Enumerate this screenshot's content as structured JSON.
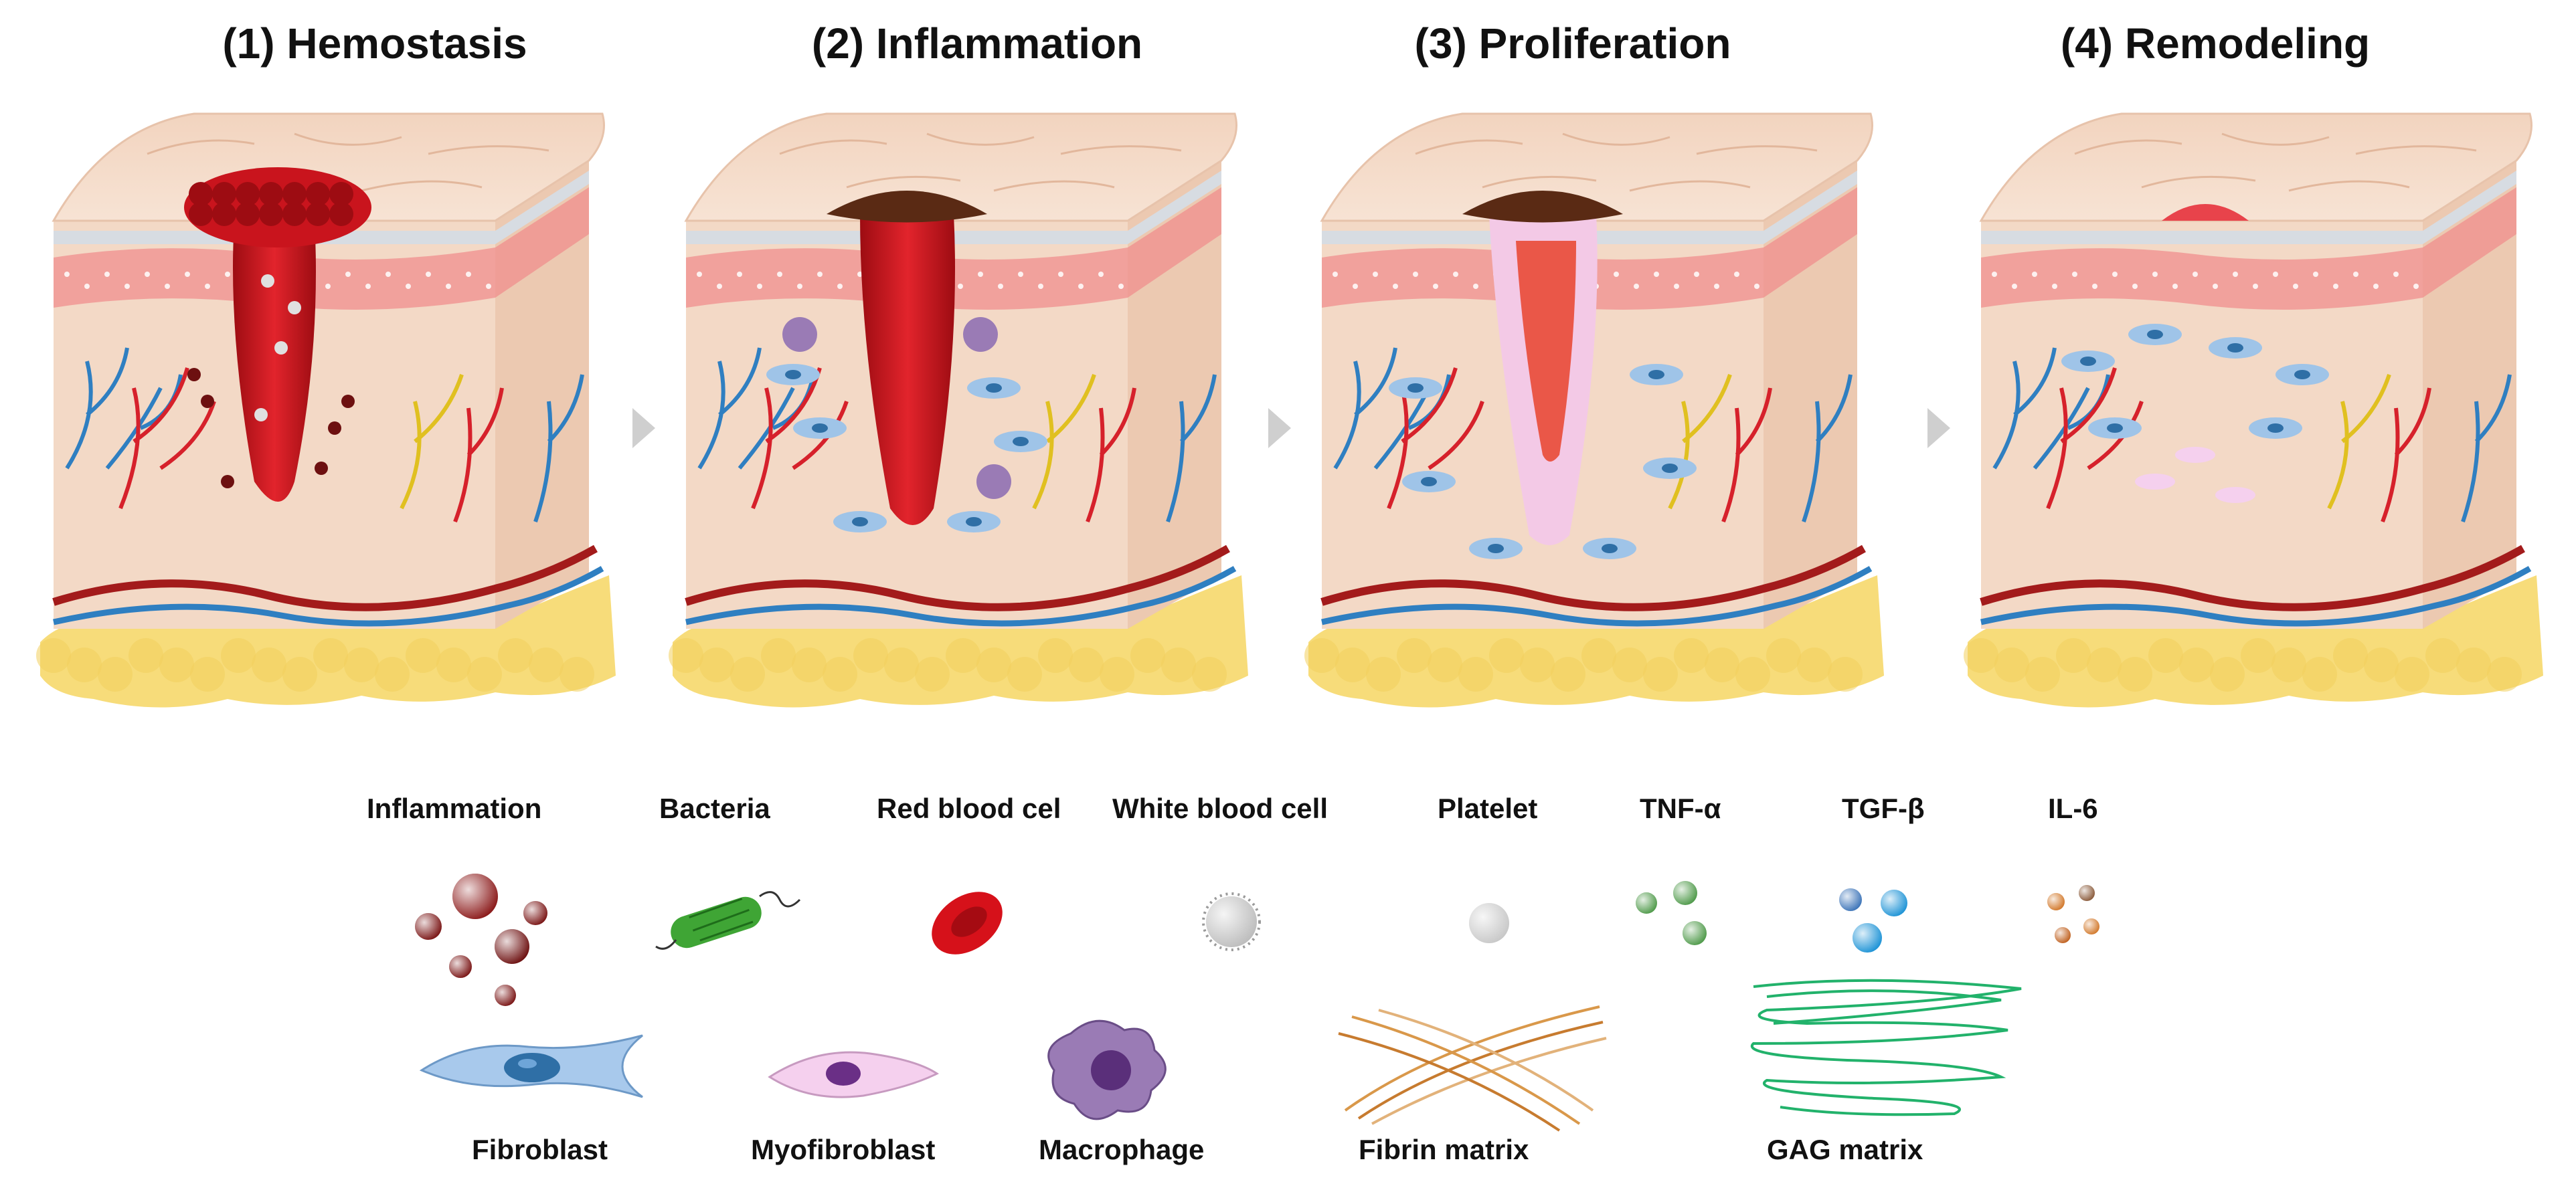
{
  "stages": [
    {
      "title": "(1) Hemostasis"
    },
    {
      "title": "(2) Inflammation"
    },
    {
      "title": "(3) Proliferation"
    },
    {
      "title": "(4) Remodeling"
    }
  ],
  "legend": {
    "row1": [
      {
        "label": "Inflammation",
        "icon": "inflammation-cells-icon",
        "color": "#8b1a1a"
      },
      {
        "label": "Bacteria",
        "icon": "bacteria-icon",
        "color": "#3fa535"
      },
      {
        "label": "Red blood cel",
        "icon": "red-blood-cell-icon",
        "color": "#d6111a"
      },
      {
        "label": "White blood cell",
        "icon": "white-blood-cell-icon",
        "color": "#bdbdbd"
      },
      {
        "label": "Platelet",
        "icon": "platelet-icon",
        "color": "#c8c8c8"
      },
      {
        "label": "TNF-α",
        "icon": "tnf-alpha-icon",
        "color": "#4f9a4a"
      },
      {
        "label": "TGF-β",
        "icon": "tgf-beta-icon",
        "color": "#2f8fd0"
      },
      {
        "label": "IL-6",
        "icon": "il-6-icon",
        "color": "#d2782a"
      }
    ],
    "row2": [
      {
        "label": "Fibroblast",
        "icon": "fibroblast-icon",
        "color": "#8fb9e6"
      },
      {
        "label": "Myofibroblast",
        "icon": "myofibroblast-icon",
        "color": "#f2c9ea"
      },
      {
        "label": "Macrophage",
        "icon": "macrophage-icon",
        "color": "#9a7bb5"
      },
      {
        "label": "Fibrin matrix",
        "icon": "fibrin-matrix-icon",
        "color": "#d9984a"
      },
      {
        "label": "GAG matrix",
        "icon": "gag-matrix-icon",
        "color": "#22b26b"
      }
    ]
  },
  "colors": {
    "skin": "#f3d9c6",
    "skin_top": "#f6e0cf",
    "dermis_red": "#f08e8e",
    "fat": "#f7dc7a",
    "artery": "#d6212b",
    "vein": "#2f7fc1",
    "clot": "#c9141d",
    "scab": "#5a2a14"
  }
}
